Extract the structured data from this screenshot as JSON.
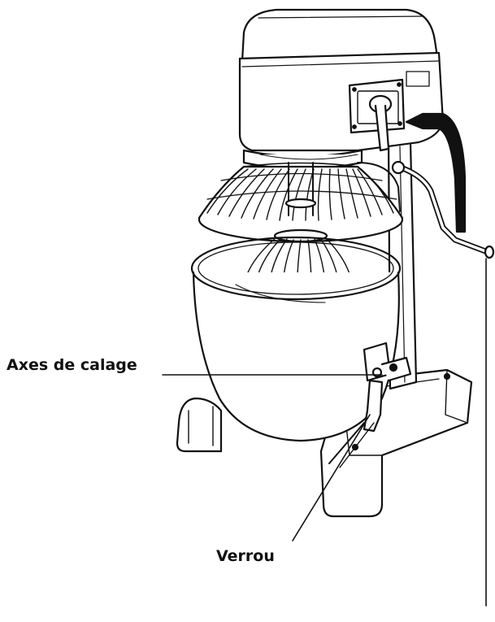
{
  "diagram": {
    "type": "equipment-illustration",
    "subject": "planetary-stand-mixer",
    "labels": {
      "axes": "Axes de calage",
      "verrou": "Verrou"
    },
    "colors": {
      "line": "#111111",
      "fill": "#ffffff",
      "arrow": "#111111"
    }
  }
}
